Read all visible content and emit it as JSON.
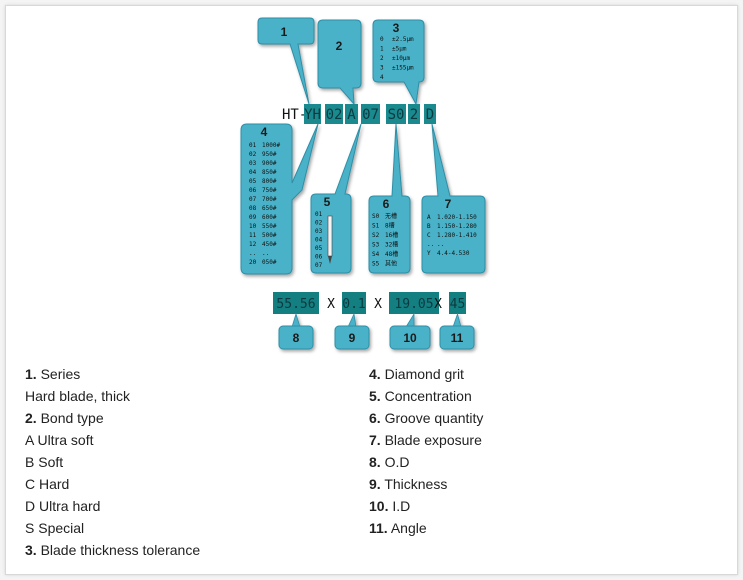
{
  "code": {
    "prefix": "HT-",
    "segments": [
      {
        "text": "YH",
        "callout": "1"
      },
      {
        "text": "02",
        "callout": "4"
      },
      {
        "text": "A",
        "callout": "2"
      },
      {
        "text": "07",
        "callout": "5"
      },
      {
        "text": "S0",
        "callout": "6"
      },
      {
        "text": "2",
        "callout": "3"
      },
      {
        "text": "D",
        "callout": "7"
      }
    ]
  },
  "callouts": {
    "c1": {
      "number": "1"
    },
    "c2": {
      "number": "2"
    },
    "c3": {
      "number": "3",
      "rows": [
        {
          "code": "0",
          "value": "±2.5μm"
        },
        {
          "code": "1",
          "value": "±5μm"
        },
        {
          "code": "2",
          "value": "±10μm"
        },
        {
          "code": "3",
          "value": "±155μm"
        },
        {
          "code": "4",
          "value": ""
        }
      ]
    },
    "c4": {
      "number": "4",
      "rows": [
        {
          "code": "01",
          "value": "1000#"
        },
        {
          "code": "02",
          "value": "950#"
        },
        {
          "code": "03",
          "value": "900#"
        },
        {
          "code": "04",
          "value": "850#"
        },
        {
          "code": "05",
          "value": "800#"
        },
        {
          "code": "06",
          "value": "750#"
        },
        {
          "code": "07",
          "value": "700#"
        },
        {
          "code": "08",
          "value": "650#"
        },
        {
          "code": "09",
          "value": "600#"
        },
        {
          "code": "10",
          "value": "550#"
        },
        {
          "code": "11",
          "value": "500#"
        },
        {
          "code": "12",
          "value": "450#"
        },
        {
          "code": "..",
          "value": ".."
        },
        {
          "code": "20",
          "value": "050#"
        }
      ]
    },
    "c5": {
      "number": "5",
      "rows": [
        "01",
        "02",
        "03",
        "04",
        "05",
        "06",
        "07"
      ]
    },
    "c6": {
      "number": "6",
      "rows": [
        {
          "code": "S0",
          "value": "无槽"
        },
        {
          "code": "S1",
          "value": "8槽"
        },
        {
          "code": "S2",
          "value": "16槽"
        },
        {
          "code": "S3",
          "value": "32槽"
        },
        {
          "code": "S4",
          "value": "48槽"
        },
        {
          "code": "S5",
          "value": "其他"
        }
      ]
    },
    "c7": {
      "number": "7",
      "rows": [
        {
          "code": "A",
          "value": "1.020-1.150"
        },
        {
          "code": "B",
          "value": "1.150-1.280"
        },
        {
          "code": "C",
          "value": "1.280-1.410"
        },
        {
          "code": "..",
          "value": ".."
        },
        {
          "code": "Y",
          "value": "4.4-4.530"
        }
      ]
    }
  },
  "dimensions": {
    "separator": "X",
    "items": [
      {
        "value": "55.56",
        "callout": "8"
      },
      {
        "value": "0.1",
        "callout": "9"
      },
      {
        "value": "19.05",
        "callout": "10"
      },
      {
        "value": "45",
        "callout": "11"
      }
    ]
  },
  "legend": {
    "left": [
      {
        "num": "1.",
        "text": " Series"
      },
      {
        "num": "",
        "text": "Hard blade, thick"
      },
      {
        "num": "2.",
        "text": " Bond type"
      },
      {
        "num": "",
        "text": "A Ultra soft"
      },
      {
        "num": "",
        "text": "B Soft"
      },
      {
        "num": "",
        "text": "C Hard"
      },
      {
        "num": "",
        "text": "D Ultra hard"
      },
      {
        "num": "",
        "text": "S Special"
      },
      {
        "num": "3.",
        "text": " Blade thickness tolerance"
      }
    ],
    "right": [
      {
        "num": "4.",
        "text": " Diamond grit"
      },
      {
        "num": "5.",
        "text": " Concentration"
      },
      {
        "num": "6.",
        "text": " Groove quantity"
      },
      {
        "num": "7.",
        "text": " Blade exposure"
      },
      {
        "num": "8.",
        "text": " O.D"
      },
      {
        "num": "9.",
        "text": " Thickness"
      },
      {
        "num": "10.",
        "text": " I.D"
      },
      {
        "num": "11.",
        "text": " Angle"
      }
    ]
  },
  "colors": {
    "callout_fill": "#4ab2c8",
    "callout_stroke": "#2f8ea6",
    "code_box": "#1a8a8f",
    "dim_box": "#147f80"
  }
}
